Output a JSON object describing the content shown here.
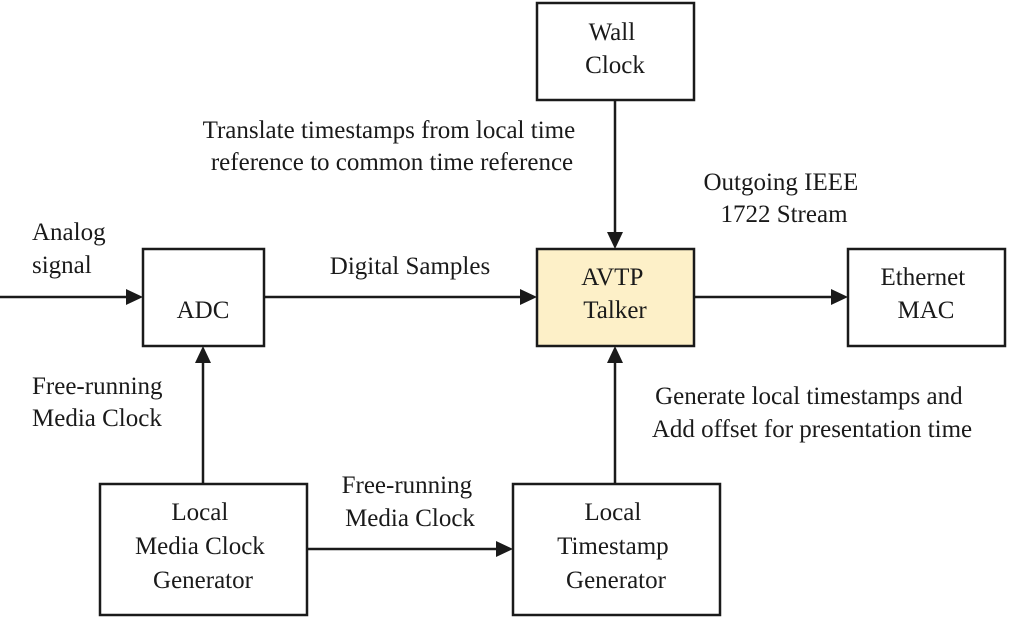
{
  "colors": {
    "stroke": "#1a1a1a",
    "background": "#ffffff",
    "highlight": "#fdf0c8"
  },
  "blocks": {
    "wall_clock": [
      "Wall",
      "Clock"
    ],
    "adc": [
      "ADC"
    ],
    "avtp_talker": [
      "AVTP",
      "Talker"
    ],
    "ethernet_mac": [
      "Ethernet",
      "MAC"
    ],
    "local_media_clock_generator": [
      "Local",
      "Media Clock",
      "Generator"
    ],
    "local_timestamp_generator": [
      "Local",
      "Timestamp",
      "Generator"
    ]
  },
  "labels": {
    "translate": [
      "Translate timestamps from local time",
      "reference to common time reference"
    ],
    "outgoing": [
      "Outgoing IEEE",
      "1722 Stream"
    ],
    "analog": [
      "Analog",
      "signal"
    ],
    "digital_samples": [
      "Digital Samples"
    ],
    "free_running_left": [
      "Free-running",
      "Media Clock"
    ],
    "free_running_bottom": [
      "Free-running",
      "Media Clock"
    ],
    "generate": [
      "Generate local timestamps and",
      "Add offset for presentation time"
    ]
  }
}
